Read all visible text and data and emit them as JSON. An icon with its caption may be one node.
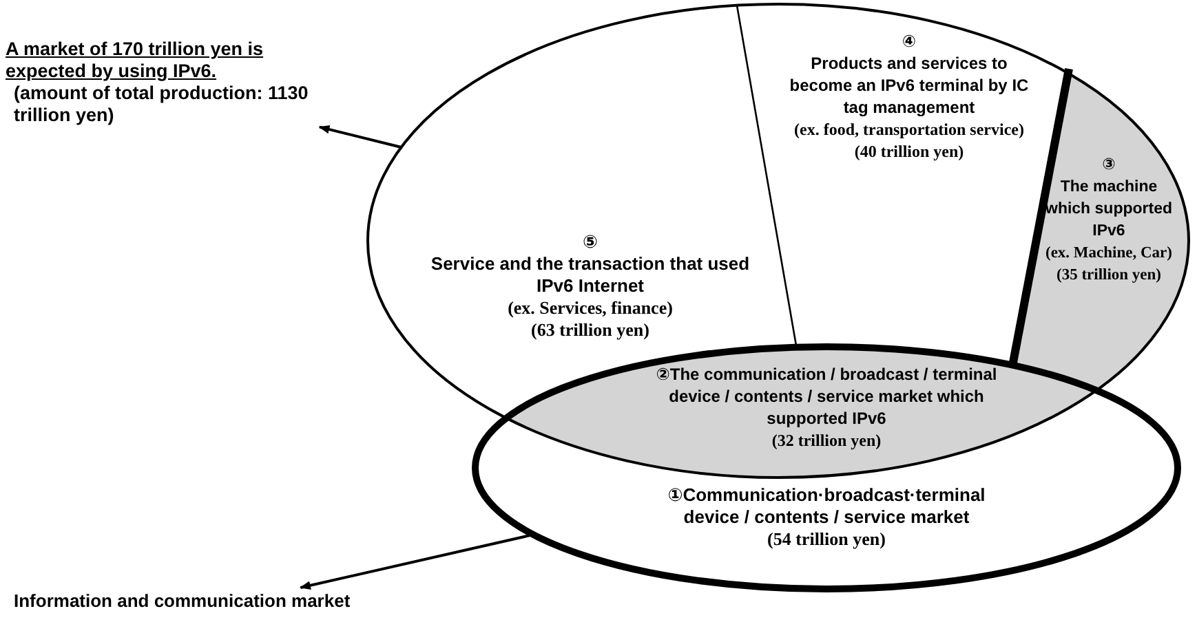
{
  "diagram": {
    "nodes": [
      {
        "text": [
          "A market of 170 trillion yen is expected by using IPv6.",
          "(amount of total production: 1130 trillion yen)"
        ]
      },
      {
        "text": [],
        "shape": "ellipse"
      },
      {
        "text": [
          "④",
          "Products and services to become an IPv6 terminal by IC tag management",
          "(ex. food, transportation service)",
          "(40 trillion yen)"
        ],
        "in": 1
      },
      {
        "text": [
          "③",
          "The machine which supported IPv6",
          "(ex. Machine, Car)",
          "(35 trillion yen)"
        ],
        "in": 1
      },
      {
        "text": [
          "⑤",
          "Service and the transaction that used IPv6 Internet",
          "(ex. Services, finance)",
          "(63 trillion yen)"
        ],
        "in": 1
      },
      {
        "text": [],
        "shape": "ellipse"
      },
      {
        "text": [
          "②The communication / broadcast / terminal device / contents / service market which supported IPv6",
          "(32 trillion yen)"
        ]
      },
      {
        "text": [
          "①Communication·broadcast·terminal device / contents / service market",
          "(54 trillion yen)"
        ],
        "in": 5
      },
      {
        "text": [
          "Information and communication market"
        ]
      }
    ],
    "edges": [
      {
        "from": 1,
        "to": 0,
        "arrow": "to"
      },
      {
        "from": 5,
        "to": 8,
        "arrow": "to"
      }
    ]
  }
}
